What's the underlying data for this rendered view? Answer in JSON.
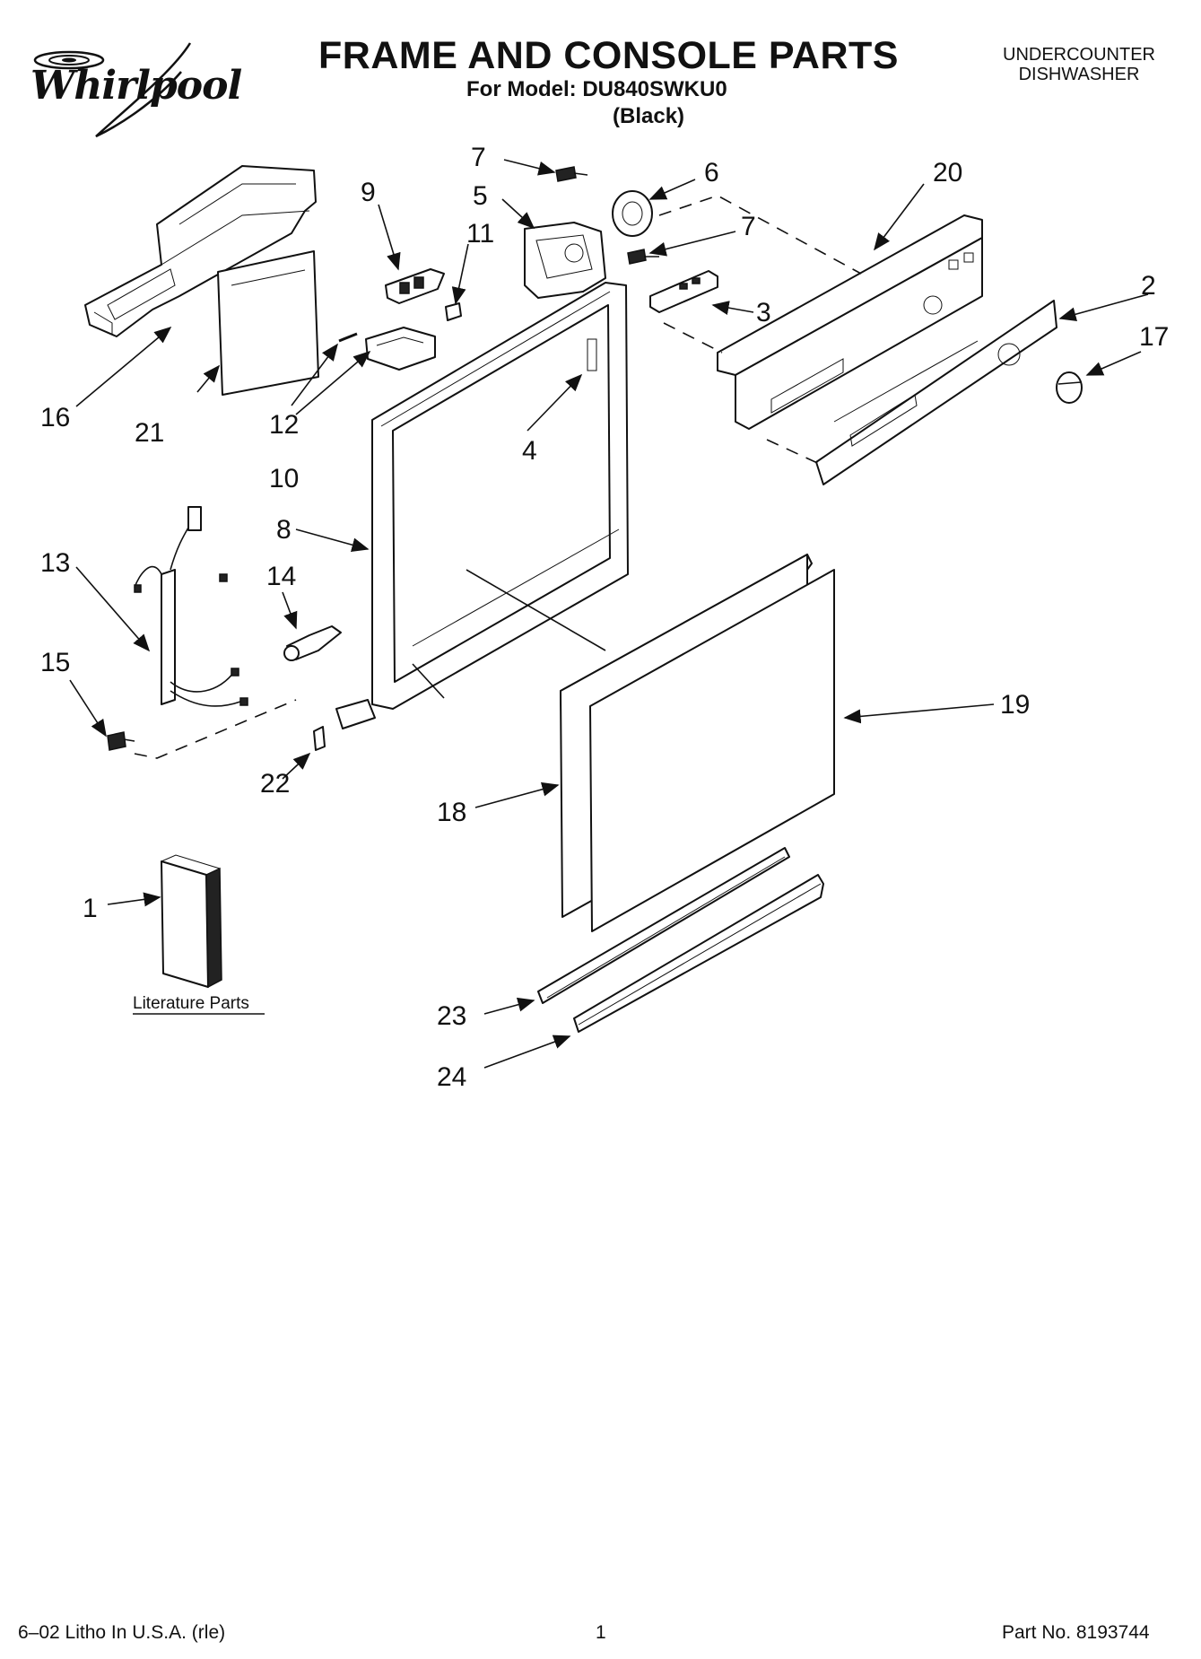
{
  "header": {
    "brand": "Whirlpool",
    "title": "FRAME AND CONSOLE PARTS",
    "model_line": "For Model: DU840SWKU0",
    "color_line": "(Black)",
    "category_line1": "UNDERCOUNTER",
    "category_line2": "DISHWASHER"
  },
  "callouts": {
    "n1": "1",
    "n2": "2",
    "n3": "3",
    "n4": "4",
    "n5": "5",
    "n6": "6",
    "n7a": "7",
    "n7b": "7",
    "n8": "8",
    "n9": "9",
    "n10": "10",
    "n11": "11",
    "n12": "12",
    "n13": "13",
    "n14": "14",
    "n15": "15",
    "n16": "16",
    "n17": "17",
    "n18": "18",
    "n19": "19",
    "n20": "20",
    "n21": "21",
    "n22": "22",
    "n23": "23",
    "n24": "24"
  },
  "literature_label": "Literature Parts",
  "footer": {
    "left": "6–02 Litho In U.S.A. (rle)",
    "page": "1",
    "part_no": "Part No. 8193744"
  }
}
